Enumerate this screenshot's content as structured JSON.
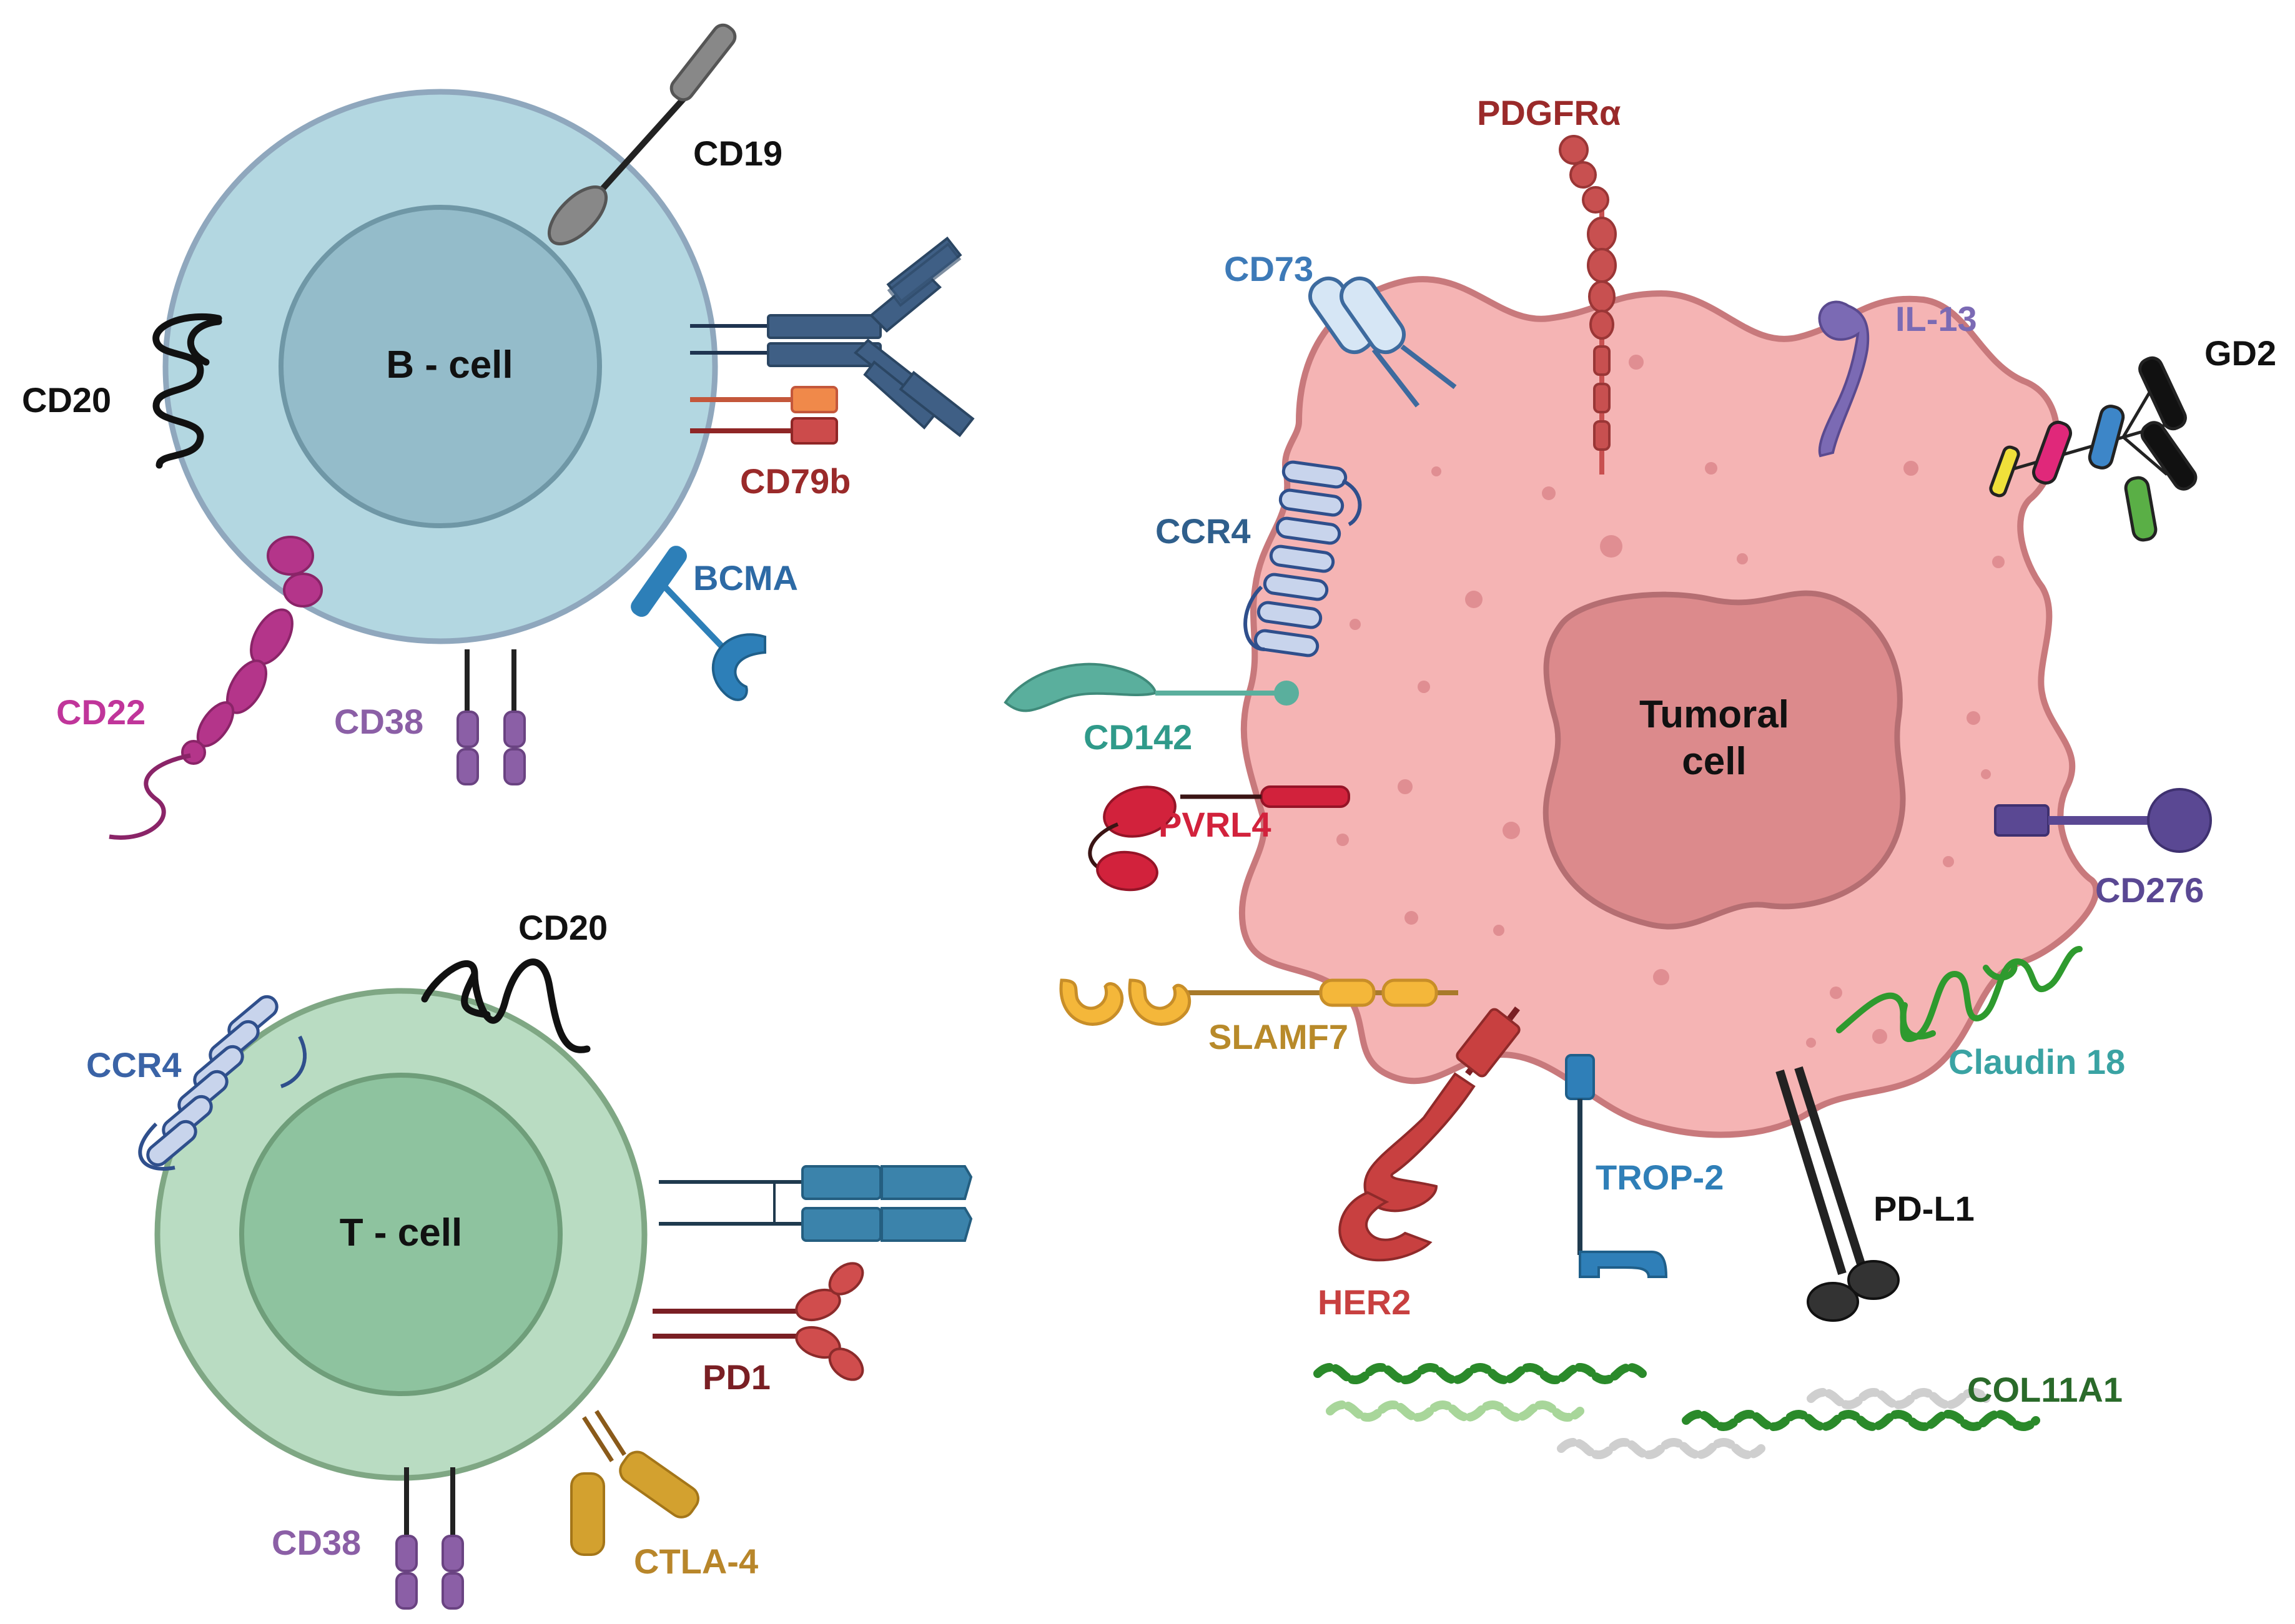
{
  "cells": {
    "b_cell": "B - cell",
    "t_cell": "T - cell",
    "tumoral_cell": [
      "Tumoral",
      "cell"
    ]
  },
  "markers": {
    "b_cell": {
      "cd19": "CD19",
      "cd20": "CD20",
      "cd79b": "CD79b",
      "bcma": "BCMA",
      "cd22": "CD22",
      "cd38": "CD38"
    },
    "t_cell": {
      "cd20": "CD20",
      "ccr4": "CCR4",
      "pd1": "PD1",
      "cd38": "CD38",
      "ctla4": "CTLA-4"
    },
    "tumoral_cell": {
      "pdgfra": "PDGFRα",
      "cd73": "CD73",
      "il13": "IL-13",
      "gd2": "GD2",
      "ccr4": "CCR4",
      "cd142": "CD142",
      "pvrl4": "PVRL4",
      "cd276": "CD276",
      "slamf7": "SLAMF7",
      "claudin18": "Claudin 18",
      "her2": "HER2",
      "trop2": "TROP-2",
      "pdl1": "PD-L1",
      "col11a1": "COL11A1"
    }
  },
  "colors": {
    "b_cell_outer": "#b3d7e1",
    "b_cell_nucleus": "#94bcca",
    "t_cell_outer": "#b9dcc2",
    "t_cell_nucleus": "#8ec39f",
    "tumor_membrane": "#f5b4b4",
    "tumor_nucleus": "#dc8a8c",
    "cd19": "#7a7a7a",
    "cd79b": "#c85a43",
    "bcma": "#2d7fb8",
    "cd22": "#b4358a",
    "cd38": "#8b5fa6",
    "pd1": "#c84b4b",
    "ctla4": "#c89630",
    "pdgfra": "#c85050",
    "cd73": "#3d7ab8",
    "il13": "#7b6ab4",
    "ccr4": "#2f5f8c",
    "cd142": "#5aaf9d",
    "pvrl4": "#d2223c",
    "cd276": "#5a4893",
    "slamf7": "#c88e28",
    "claudin18": "#2e9a2e",
    "her2": "#c84040",
    "trop2": "#2f7fb8",
    "pdl1": "#333333",
    "col11a1": "#2a8a2a"
  }
}
